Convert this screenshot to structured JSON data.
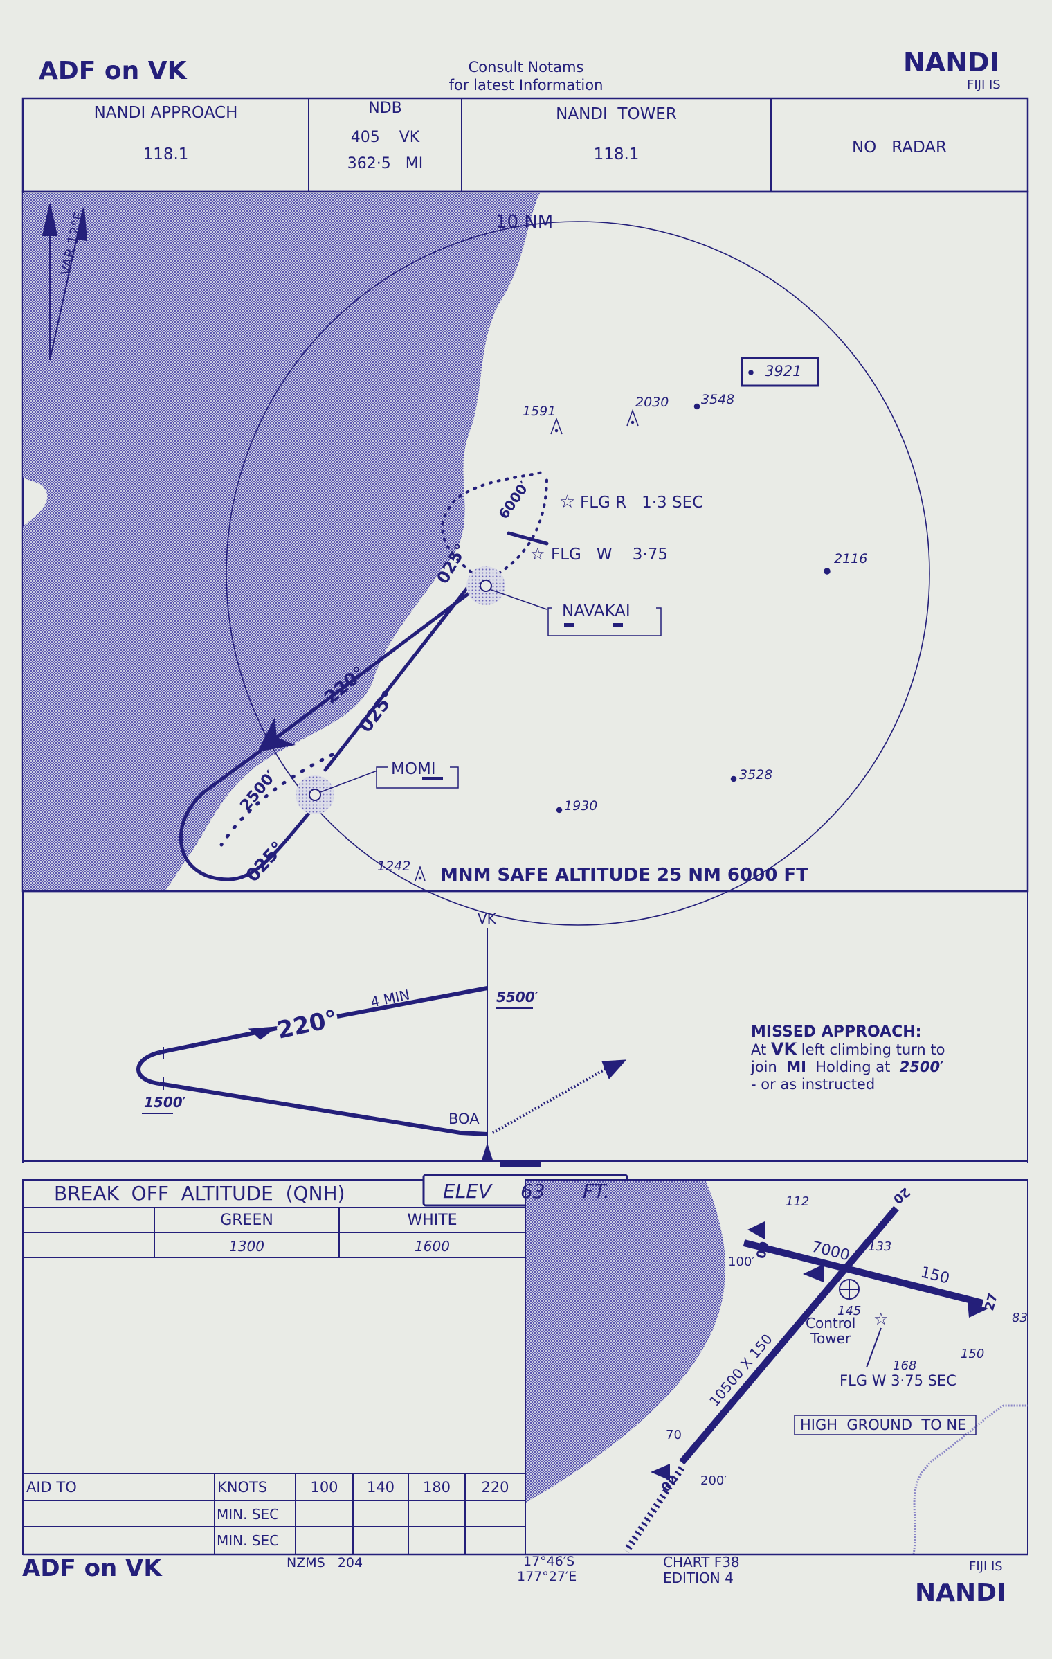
{
  "header": {
    "title_left": "ADF on VK",
    "notice_line1": "Consult  Notams",
    "notice_line2": "for  latest  Information",
    "airport": "NANDI",
    "country": "FIJI IS"
  },
  "comms": {
    "approach_label": "NANDI  APPROACH",
    "approach_freq": "118.1",
    "ndb_label": "NDB",
    "ndb_1": "405    VK",
    "ndb_2": "362·5   MI",
    "tower_label": "NANDI  TOWER",
    "tower_freq": "118.1",
    "radar": "NO   RADAR"
  },
  "plan_view": {
    "range_ring": "10 NM",
    "variation": "VAR 12°E",
    "spot_heights": [
      "1591",
      "2030",
      "3548",
      "3921",
      "2116",
      "3528",
      "1930",
      "1242"
    ],
    "light_1": "FLG R   1·3 SEC",
    "light_2": "FLG   W    3·75",
    "fix_navakai": "NAVAKAI",
    "fix_momi": "MOMI",
    "tracks": {
      "outbound": "220°",
      "inbound": "025°",
      "hold_inbound": "025°",
      "hold_outbound": "025°",
      "hold_altitude": "2500′",
      "navakai_alt": "6000′"
    },
    "msa": "MNM SAFE ALTITUDE 25 NM 6000 FT"
  },
  "profile": {
    "facility": "VK",
    "procedure_alt": "5500′",
    "time": "4 MIN",
    "track": "220°",
    "min_alt": "1500′",
    "boa": "BOA",
    "missed_title": "MISSED APPROACH:",
    "missed_line1_a": "At ",
    "missed_line1_b": "VK",
    "missed_line1_c": " left climbing turn to",
    "missed_line2_a": "join  ",
    "missed_line2_b": "MI",
    "missed_line2_c": "  Holding at  ",
    "missed_line2_d": "2500′",
    "missed_line3": "- or as instructed"
  },
  "minima": {
    "title": "BREAK  OFF  ALTITUDE  (QNH)",
    "elev_label": "ELEV",
    "elev_value": "63",
    "elev_unit": "FT.",
    "columns": [
      "GREEN",
      "WHITE"
    ],
    "values": [
      "1300",
      "1600"
    ]
  },
  "timing_table": {
    "aid_label": "AID TO",
    "knots_label": "KNOTS",
    "speeds": [
      "100",
      "140",
      "180",
      "220"
    ],
    "row_labels": [
      "MIN. SEC",
      "MIN. SEC"
    ]
  },
  "aerodrome": {
    "runway_main": "10500 X 150",
    "runway_cross_len": "7000",
    "runway_cross_width": "150",
    "rwy_02": "02",
    "rwy_20": "20",
    "rwy_09": "09",
    "rwy_27": "27",
    "obstacles": [
      "112",
      "133",
      "145",
      "168",
      "150",
      "83",
      "100′",
      "70",
      "200′"
    ],
    "tower_label_1": "Control",
    "tower_label_2": "Tower",
    "light": "FLG W 3·75 SEC",
    "high_ground": "HIGH  GROUND  TO NE"
  },
  "footer": {
    "title_left": "ADF on VK",
    "series": "NZMS   204",
    "lat": "17°46′S",
    "lon": "177°27′E",
    "chart": "CHART F38",
    "edition": "EDITION 4",
    "country": "FIJI IS",
    "airport": "NANDI"
  }
}
